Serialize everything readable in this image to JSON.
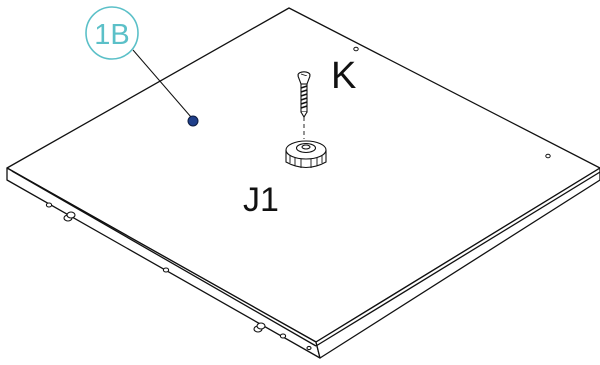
{
  "callout": {
    "label": "1B",
    "color": "#5bc0c8",
    "dot_color": "#1f3f8a"
  },
  "labels": {
    "screw": "K",
    "foot": "J1"
  },
  "colors": {
    "line": "#111111",
    "panel_fill": "#ffffff",
    "hole_fill": "#ffffff"
  },
  "icons": {
    "screw": "countersunk-screw-icon",
    "foot": "leveling-foot-icon",
    "dot": "marker-dot-icon"
  }
}
